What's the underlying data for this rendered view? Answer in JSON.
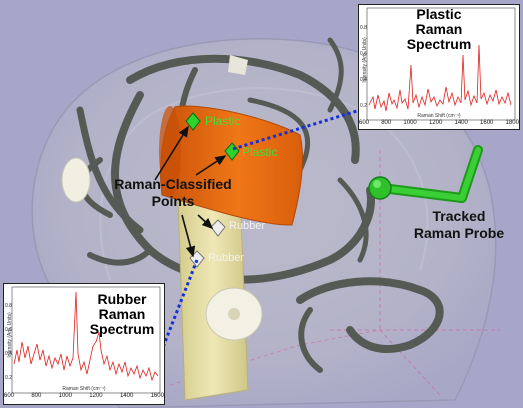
{
  "scene": {
    "classified_label": [
      "Raman-Classified",
      "Points"
    ],
    "probe_label": [
      "Tracked",
      "Raman Probe"
    ],
    "point_tags": [
      "Plastic",
      "Plastic",
      "Rubber",
      "Rubber"
    ]
  },
  "plastic_spectrum": {
    "title": [
      "Plastic",
      "Raman",
      "Spectrum"
    ],
    "x_ticks": [
      "600",
      "800",
      "1000",
      "1200",
      "1400",
      "1600",
      "1800"
    ],
    "y_ticks": [
      "0.8",
      "0.6",
      "0.4",
      "0.2"
    ],
    "xlabel": "Raman Shift (cm⁻¹)",
    "ylabel": "Intensity (Arb. Units)"
  },
  "rubber_spectrum": {
    "title": [
      "Rubber",
      "Raman",
      "Spectrum"
    ],
    "x_ticks": [
      "600",
      "800",
      "1000",
      "1200",
      "1400",
      "1600"
    ],
    "y_ticks": [
      "0.8",
      "0.6",
      "0.4",
      "0.2"
    ],
    "xlabel": "Raman Shift (cm⁻¹)",
    "ylabel": "Intensity (Arb. Units)"
  },
  "colors": {
    "background": "#a7a6c8",
    "plastic_region": "#e86a10",
    "rubber_region": "#e3dca0",
    "vessel": "#565a55",
    "probe": "#2fc12c",
    "spectrum_line": "#e0201c",
    "link_line": "#1330d8"
  }
}
